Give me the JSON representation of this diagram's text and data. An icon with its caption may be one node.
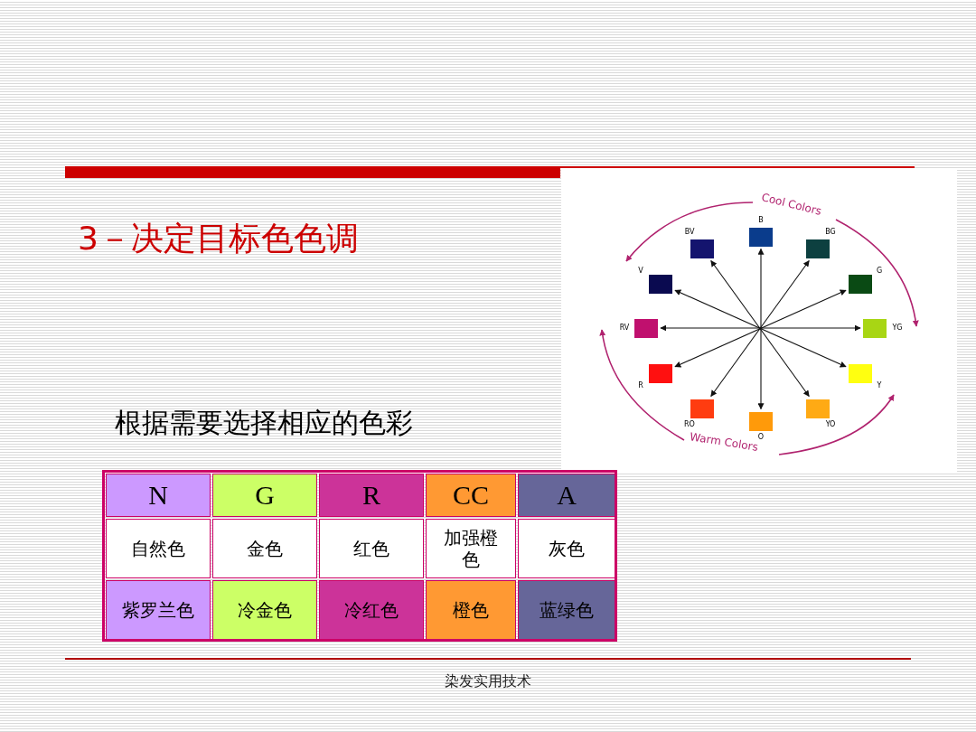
{
  "diagram": {
    "title": "3－决定目标色色调",
    "nodes": [
      {
        "text": [
          "B"
        ]
      },
      {
        "text": [
          "BV"
        ]
      },
      {
        "text": [
          "BG"
        ]
      },
      {
        "text": [
          "V"
        ]
      },
      {
        "text": [
          "G"
        ]
      },
      {
        "text": [
          "RV"
        ]
      },
      {
        "text": [
          "YG"
        ]
      },
      {
        "text": [
          "R"
        ]
      },
      {
        "text": [
          "Y"
        ]
      },
      {
        "text": [
          "RO"
        ]
      },
      {
        "text": [
          "YO"
        ]
      },
      {
        "text": [
          "O"
        ]
      }
    ],
    "edges": [
      {
        "from": 0,
        "to": 11,
        "arrow": "both"
      },
      {
        "from": 1,
        "to": 10,
        "arrow": "both"
      },
      {
        "from": 2,
        "to": 9,
        "arrow": "both"
      },
      {
        "from": 3,
        "to": 8,
        "arrow": "both"
      },
      {
        "from": 4,
        "to": 7,
        "arrow": "both"
      },
      {
        "from": 5,
        "to": 6,
        "arrow": "both"
      }
    ],
    "labels": [
      "Cool Colors",
      "根据需要选择相应的色彩",
      "Warm Colors",
      "N",
      "G",
      "R",
      "CC",
      "A",
      "自然色",
      "金色",
      "红色",
      "加强橙色",
      "灰色",
      "紫罗兰色",
      "冷金色",
      "冷红色",
      "橙色",
      "蓝绿色",
      "染发实用技术"
    ]
  }
}
